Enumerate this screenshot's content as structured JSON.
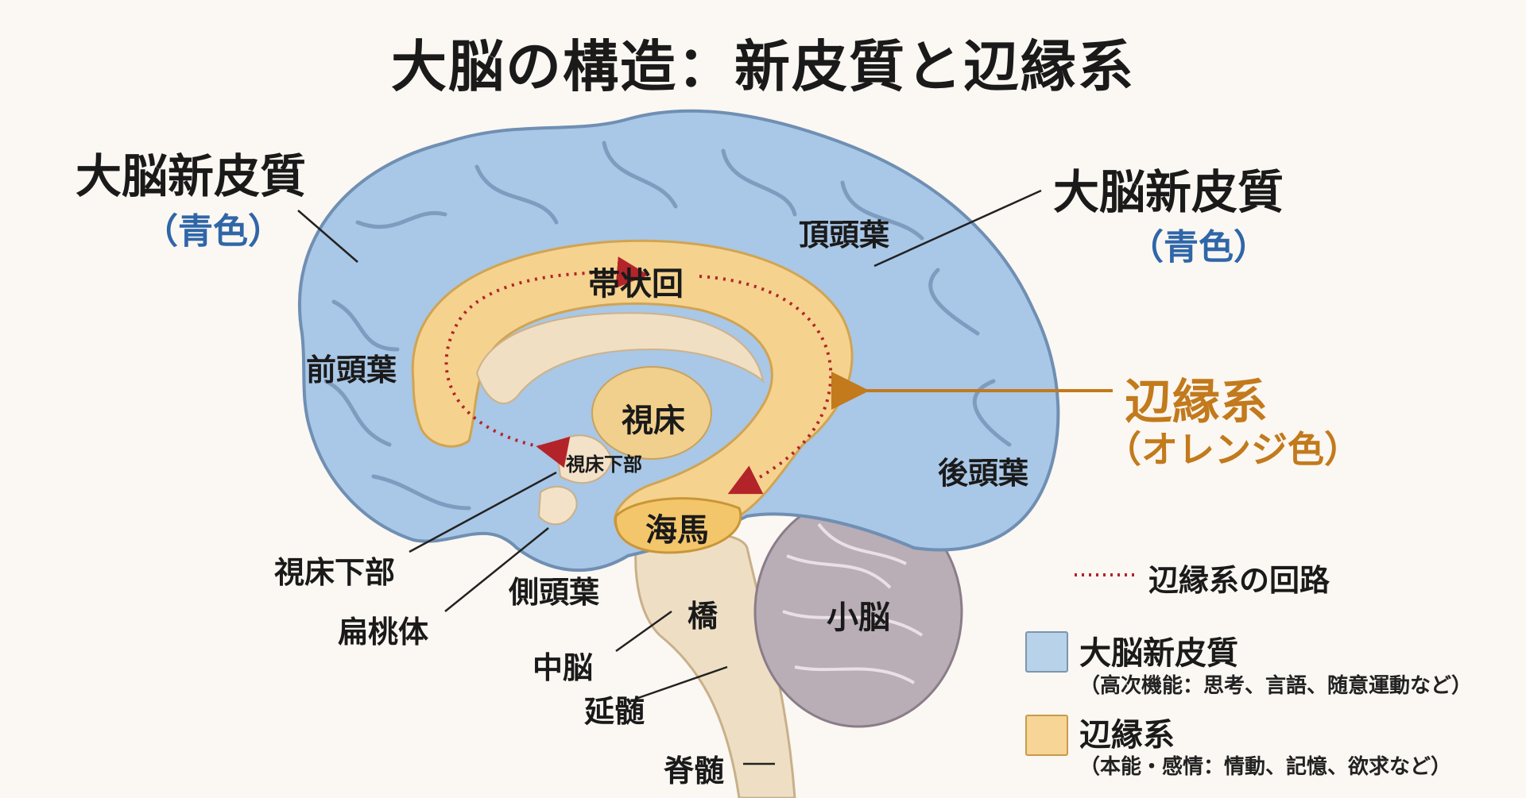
{
  "title": "大脳の構造：新皮質と辺縁系",
  "callouts": {
    "neocortex_left": {
      "name": "大脳新皮質",
      "color_note": "（青色）"
    },
    "neocortex_right": {
      "name": "大脳新皮質",
      "color_note": "（青色）"
    },
    "limbic": {
      "name": "辺縁系",
      "color_note": "（オレンジ色）"
    }
  },
  "regions": {
    "parietal_lobe": "頂頭葉",
    "frontal_lobe": "前頭葉",
    "occipital_lobe": "後頭葉",
    "temporal_lobe": "側頭葉",
    "cingulate_gyrus": "帯状回",
    "thalamus": "視床",
    "hypothalamus_inner": "視床下部",
    "hypothalamus": "視床下部",
    "amygdala": "扁桃体",
    "hippocampus": "海馬",
    "pons": "橋",
    "midbrain": "中脳",
    "medulla": "延髄",
    "spinal_cord": "脊髄",
    "cerebellum": "小脳"
  },
  "legend": {
    "circuit": "辺縁系の回路",
    "neocortex": {
      "title": "大脳新皮質",
      "desc": "（高次機能：思考、言語、随意運動など）",
      "color": "#b8d2ea"
    },
    "limbic": {
      "title": "辺縁系",
      "desc": "（本能・感情：情動、記憶、欲求など）",
      "color": "#f6d596"
    }
  },
  "colors": {
    "cortex": "#a9c7e6",
    "cortex_stroke": "#6f8fb3",
    "limbic": "#f5d38e",
    "inner": "#f1dfc3",
    "cerebellum": "#b9adb6",
    "circuit": "#b3242a"
  }
}
